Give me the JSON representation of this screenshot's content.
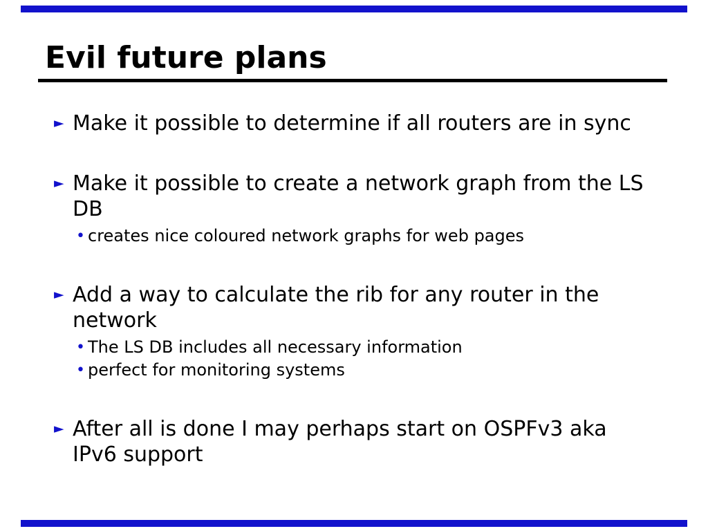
{
  "slide": {
    "title": "Evil future plans",
    "accent_color": "#1212cc",
    "bullets": [
      {
        "text": "Make it possible to determine if all routers are in sync",
        "subs": []
      },
      {
        "text": "Make it possible to create a network graph from the LS DB",
        "subs": [
          "creates nice coloured network graphs for web pages"
        ]
      },
      {
        "text": "Add a way to calculate the rib for any router in the network",
        "subs": [
          "The LS DB includes all necessary information",
          "perfect for monitoring systems"
        ]
      },
      {
        "text": "After all is done I may perhaps start on OSPFv3 aka IPv6 support",
        "subs": []
      }
    ]
  },
  "icons": {
    "bullet": "►",
    "sub_bullet": "•"
  }
}
